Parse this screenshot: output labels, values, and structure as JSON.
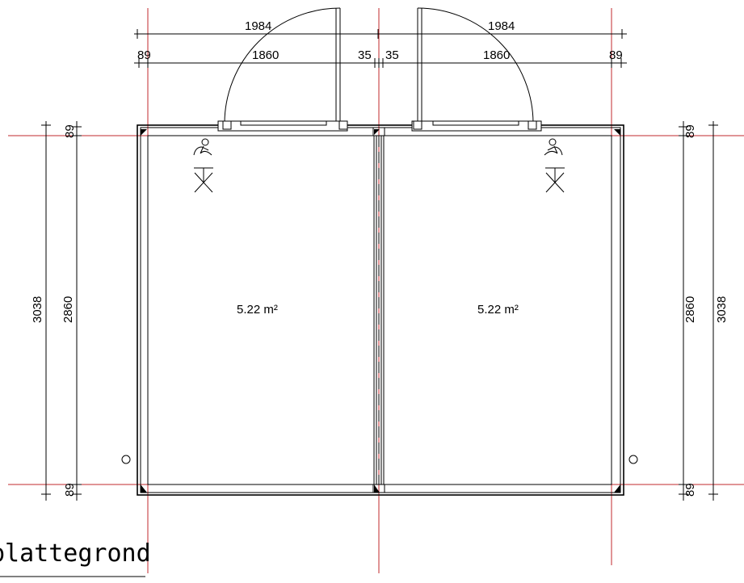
{
  "drawing": {
    "title": "plattegrond",
    "rooms": [
      {
        "area": "5.22 m²"
      },
      {
        "area": "5.22 m²"
      }
    ],
    "dimensions": {
      "top_overall_left": "1984",
      "top_overall_right": "1984",
      "top_left_offset": "89",
      "top_inner_left": "1860",
      "top_gap_left": "35",
      "top_gap_right": "35",
      "top_inner_right": "1860",
      "top_right_offset": "89",
      "left_overall": "3038",
      "left_inner": "2860",
      "left_top_offset": "89",
      "left_bottom_offset": "89",
      "right_overall": "3038",
      "right_inner": "2860",
      "right_top_offset": "89",
      "right_bottom_offset": "89"
    },
    "symbols": [
      "accessible-icon",
      "accessible-icon",
      "toilet-symbol",
      "toilet-symbol",
      "circle-marker",
      "circle-marker"
    ]
  }
}
